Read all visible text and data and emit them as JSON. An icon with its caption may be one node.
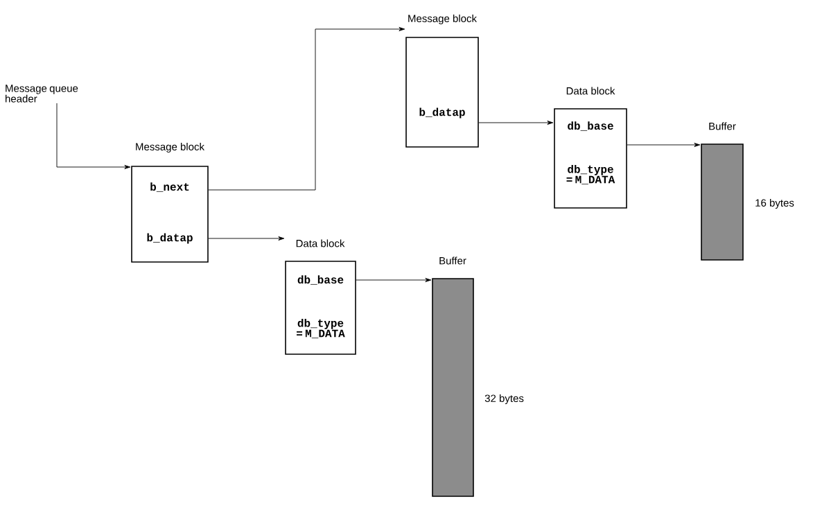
{
  "diagram": {
    "nodes": [
      {
        "text": [
          "Message queue header"
        ]
      },
      {
        "text": [
          "Message block",
          "b_next",
          "b_datap"
        ]
      },
      {
        "text": [
          "Message block",
          "b_datap"
        ]
      },
      {
        "text": [
          "Data block",
          "db_base",
          "db_type = M_DATA"
        ]
      },
      {
        "text": [
          "Buffer"
        ],
        "beside": [
          "16 bytes"
        ]
      },
      {
        "text": [
          "Data block",
          "db_base",
          "db_type = M_DATA"
        ]
      },
      {
        "text": [
          "Buffer"
        ],
        "beside": [
          "32 bytes"
        ]
      }
    ],
    "edges": [
      {
        "from": 0,
        "to": 1,
        "arrow": "to"
      },
      {
        "from": 1,
        "to": 2,
        "arrow": "to"
      },
      {
        "from": 2,
        "to": 3,
        "arrow": "to"
      },
      {
        "from": 3,
        "to": 4,
        "arrow": "to"
      },
      {
        "from": 1,
        "to": 5,
        "arrow": "to"
      },
      {
        "from": 5,
        "to": 6,
        "arrow": "to"
      }
    ]
  }
}
